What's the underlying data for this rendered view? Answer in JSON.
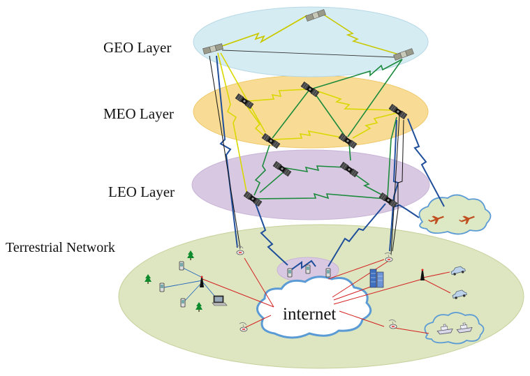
{
  "layers": {
    "geo": "GEO Layer",
    "meo": "MEO Layer",
    "leo": "LEO Layer",
    "terrestrial": "Terrestrial Network"
  },
  "internet_label": "internet",
  "colors": {
    "geo_fill": "#d6ecf3",
    "meo_fill": "#f8dc95",
    "leo_fill": "#d8c8e2",
    "ground_fill": "#dde6c0",
    "link_yellow": "#e6e600",
    "link_green": "#1c8a3c",
    "link_blue": "#1f4e9a",
    "link_black": "#111111",
    "link_red": "#d42020",
    "cloud_stroke": "#5b9bd5"
  },
  "icons": [
    "satellite-icon",
    "phone-icon",
    "tree-icon",
    "antenna-tower-icon",
    "laptop-icon",
    "router-dish-icon",
    "server-icon",
    "car-icon",
    "airplane-icon",
    "ship-icon",
    "cloud-icon"
  ]
}
